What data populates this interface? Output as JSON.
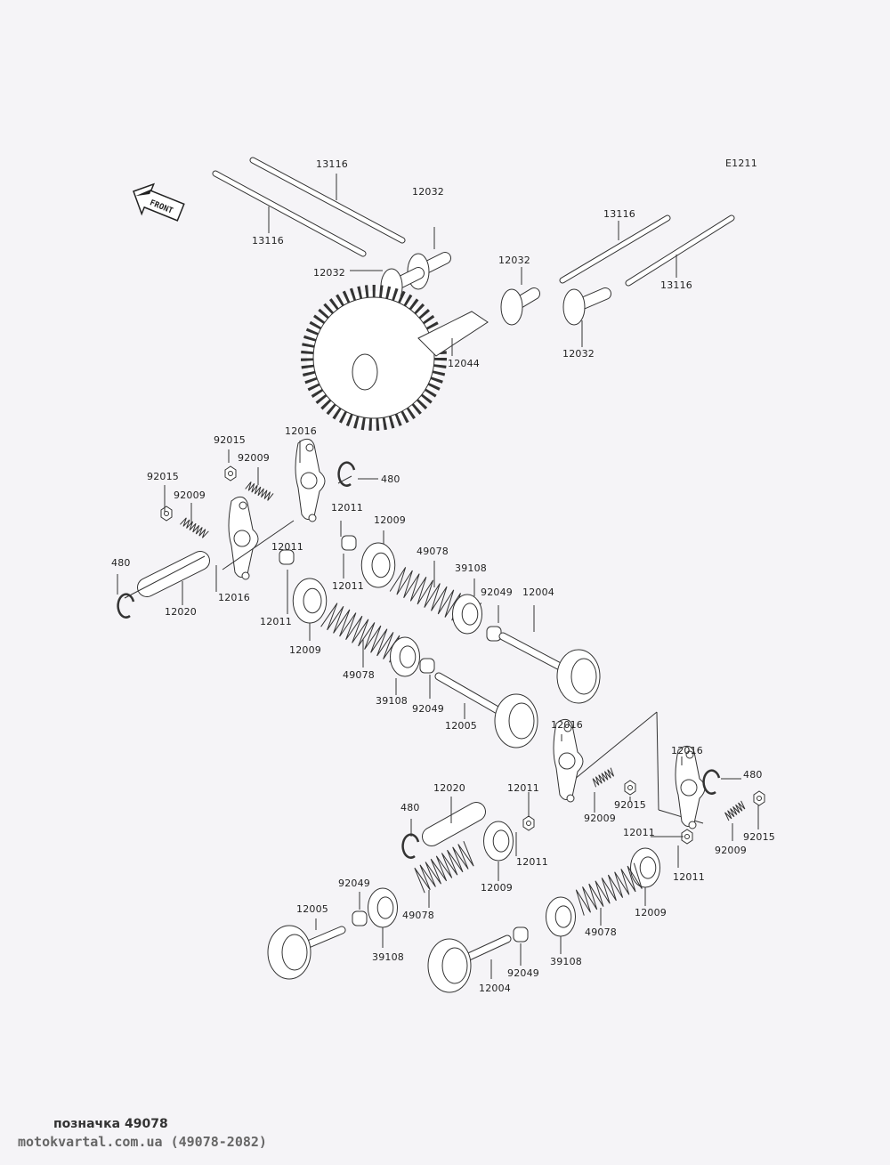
{
  "diagram": {
    "code": "E1211",
    "front_label": "FRONT",
    "part_labels": [
      "13116",
      "13116",
      "12032",
      "12032",
      "12032",
      "13116",
      "13116",
      "12032",
      "12044",
      "92015",
      "12016",
      "92009",
      "480",
      "92015",
      "92009",
      "12011",
      "12009",
      "480",
      "12011",
      "49078",
      "39108",
      "12011",
      "92049",
      "12004",
      "12020",
      "12016",
      "12011",
      "12009",
      "49078",
      "39108",
      "92049",
      "12005",
      "12016",
      "12016",
      "480",
      "12020",
      "12011",
      "480",
      "92009",
      "92015",
      "12011",
      "92009",
      "92015",
      "12011",
      "12011",
      "92049",
      "12009",
      "12005",
      "49078",
      "12009",
      "49078",
      "39108",
      "39108",
      "92049",
      "12004"
    ]
  },
  "caption": {
    "title": "позначка 49078",
    "site": "motokvartal.com.ua (49078-2082)"
  }
}
